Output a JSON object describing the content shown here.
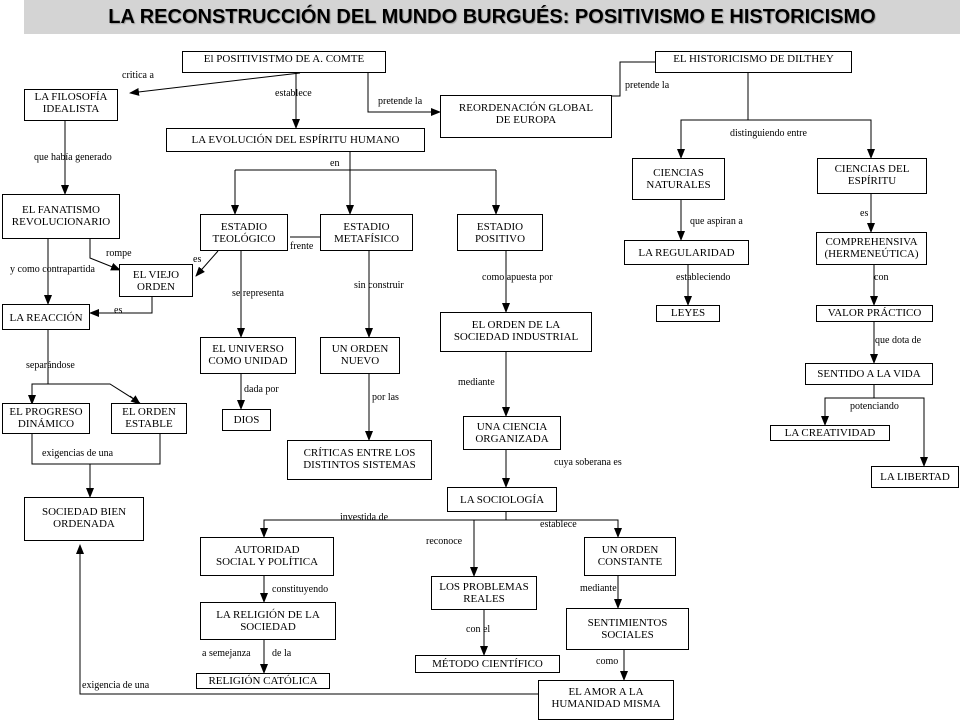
{
  "title": "LA RECONSTRUCCIÓN DEL MUNDO BURGUÉS: POSITIVISMO E HISTORICISMO",
  "nodes": {
    "comte": "El POSITIVISTMO DE A. COMTE",
    "dilthey": "EL HISTORICISMO DE DILTHEY",
    "filosofia_idealista": "LA FILOSOFÍA\nIDEALISTA",
    "reordenacion": "REORDENACIÓN GLOBAL\nDE  EUROPA",
    "evolucion_espiritu": "LA EVOLUCIÓN DEL ESPÍRITU HUMANO",
    "ciencias_naturales": "CIENCIAS\nNATURALES",
    "ciencias_espiritu": "CIENCIAS DEL\nESPÍRITU",
    "fanatismo": "EL FANATISMO\nREVOLUCIONARIO",
    "estadio_teologico": "ESTADIO\nTEOLÓGICO",
    "estadio_metafisico": "ESTADIO\nMETAFÍSICO",
    "estadio_positivo": "ESTADIO\nPOSITIVO",
    "regularidad": "LA REGULARIDAD",
    "comprehensiva": "COMPREHENSIVA\n(HERMENEÚTICA)",
    "viejo_orden": "EL VIEJO\nORDEN",
    "reaccion": "LA REACCIÓN",
    "leyes": "LEYES",
    "valor_practico": "VALOR PRÁCTICO",
    "orden_industrial": "EL ORDEN DE LA\nSOCIEDAD INDUSTRIAL",
    "universo_unidad": "EL UNIVERSO\nCOMO UNIDAD",
    "orden_nuevo": "UN ORDEN\nNUEVO",
    "sentido_vida": "SENTIDO A LA VIDA",
    "progreso_dinamico": "EL PROGRESO\nDINÁMICO",
    "orden_estable": "EL ORDEN\nESTABLE",
    "dios": "DIOS",
    "ciencia_organizada": "UNA CIENCIA\nORGANIZADA",
    "creatividad": "LA CREATIVIDAD",
    "criticas": "CRÍTICAS ENTRE LOS\nDISTINTOS SISTEMAS",
    "libertad": "LA LIBERTAD",
    "sociologia": "LA SOCIOLOGÍA",
    "sociedad_bien": "SOCIEDAD BIEN\nORDENADA",
    "autoridad": "AUTORIDAD\nSOCIAL Y POLÍTICA",
    "orden_constante": "UN ORDEN\nCONSTANTE",
    "problemas_reales": "LOS PROBLEMAS\nREALES",
    "religion_sociedad": "LA RELIGIÓN DE LA\nSOCIEDAD",
    "sentimientos_sociales": "SENTIMIENTOS\nSOCIALES",
    "metodo_cientifico": "MÉTODO CIENTÍFICO",
    "religion_catolica": "RELIGIÓN CATÓLICA",
    "amor_humanidad": "EL AMOR A LA\nHUMANIDAD MISMA"
  },
  "links": {
    "critica_a": "critica  a",
    "establece": "establece",
    "pretende_la_1": "pretende  la",
    "pretende_la_2": "pretende la",
    "distinguiendo_entre": "distinguiendo  entre",
    "que_habia_generado": "que había generado",
    "en": "en",
    "que_aspiran_a": "que aspiran a",
    "es_1": "es",
    "rompe": "rompe",
    "frente": "frente",
    "y_como_contrapartida": "y como contrapartida",
    "es_2": "es",
    "se_representa": "se representa",
    "sin_construir": "sin construir",
    "como_apuesta_por": "como  apuesta por",
    "estableciendo": "estableciendo",
    "con_1": "con",
    "es_3": "es",
    "que_dota_de": "que dota de",
    "separandose": "separándose",
    "mediante_1": "mediante",
    "dada_por": "dada por",
    "por_las": "por las",
    "potenciando": "potenciando",
    "exigencias_de_una": "exigencias  de una",
    "cuya_soberana_es": "cuya soberana es",
    "investida_de": "investida de",
    "establece_2": "establece",
    "reconoce": "reconoce",
    "constituyendo": "constituyendo",
    "mediante_2": "mediante",
    "con_el": "con el",
    "a_semejanza": "a semejanza",
    "de_la": "de la",
    "como": "como",
    "exigencia_de_una": "exigencia  de una"
  }
}
